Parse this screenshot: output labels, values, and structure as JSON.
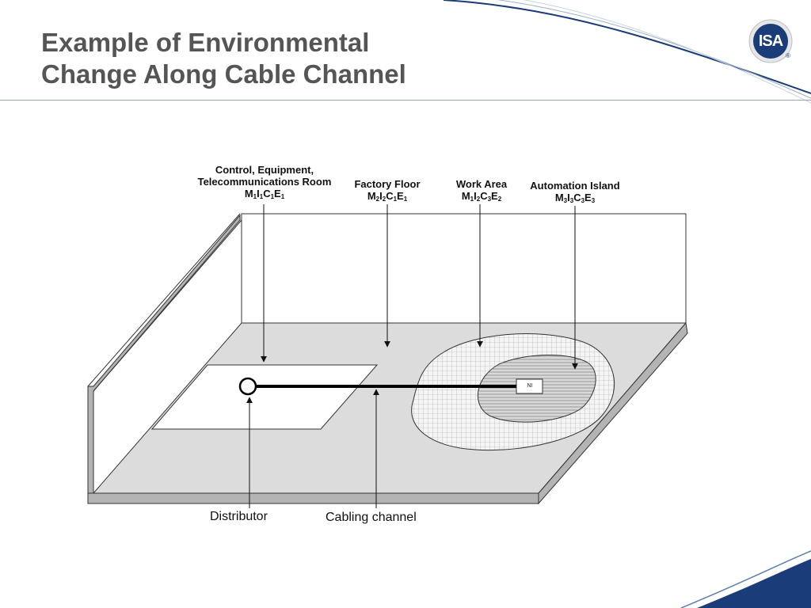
{
  "slide": {
    "title_line1": "Example of Environmental",
    "title_line2": "Change Along Cable Channel"
  },
  "logo": {
    "text": "ISA",
    "trademark": "®",
    "brand_color": "#1a3c78"
  },
  "diagram": {
    "zones": [
      {
        "name_lines": [
          "Control, Equipment,",
          "Telecommunications Room"
        ],
        "code": [
          "M",
          "1",
          "I",
          "1",
          "C",
          "1",
          "E",
          "1"
        ]
      },
      {
        "name_lines": [
          "Factory Floor"
        ],
        "code": [
          "M",
          "2",
          "I",
          "2",
          "C",
          "1",
          "E",
          "1"
        ]
      },
      {
        "name_lines": [
          "Work Area"
        ],
        "code": [
          "M",
          "1",
          "I",
          "2",
          "C",
          "3",
          "E",
          "2"
        ]
      },
      {
        "name_lines": [
          "Automation Island"
        ],
        "code": [
          "M",
          "3",
          "I",
          "3",
          "C",
          "3",
          "E",
          "3"
        ]
      }
    ],
    "bottom_labels": {
      "distributor": "Distributor",
      "cabling_channel": "Cabling channel"
    },
    "ni_label": "NI",
    "floor_color": "#dcdcdc",
    "edge_color": "#b4b4b4"
  }
}
